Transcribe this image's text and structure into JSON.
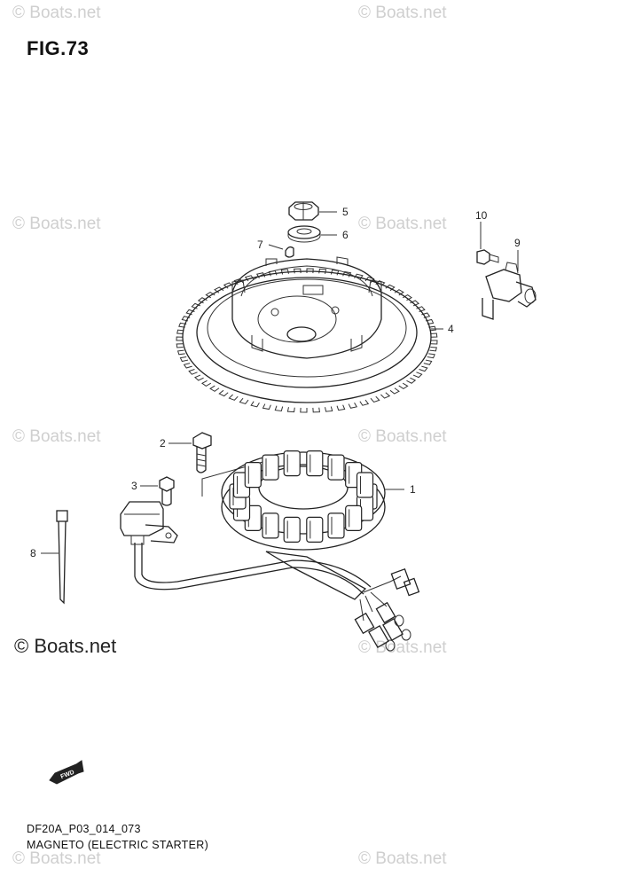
{
  "figure": {
    "title": "FIG.73",
    "code": "DF20A_P03_014_073",
    "caption": "MAGNETO (ELECTRIC STARTER)"
  },
  "watermark": {
    "text": "© Boats.net",
    "main": "© Boats.net"
  },
  "callouts": {
    "c1": "1",
    "c2": "2",
    "c3": "3",
    "c4": "4",
    "c5": "5",
    "c6": "6",
    "c7": "7",
    "c8": "8",
    "c9": "9",
    "c10": "10"
  },
  "fwd_label": "FWD"
}
